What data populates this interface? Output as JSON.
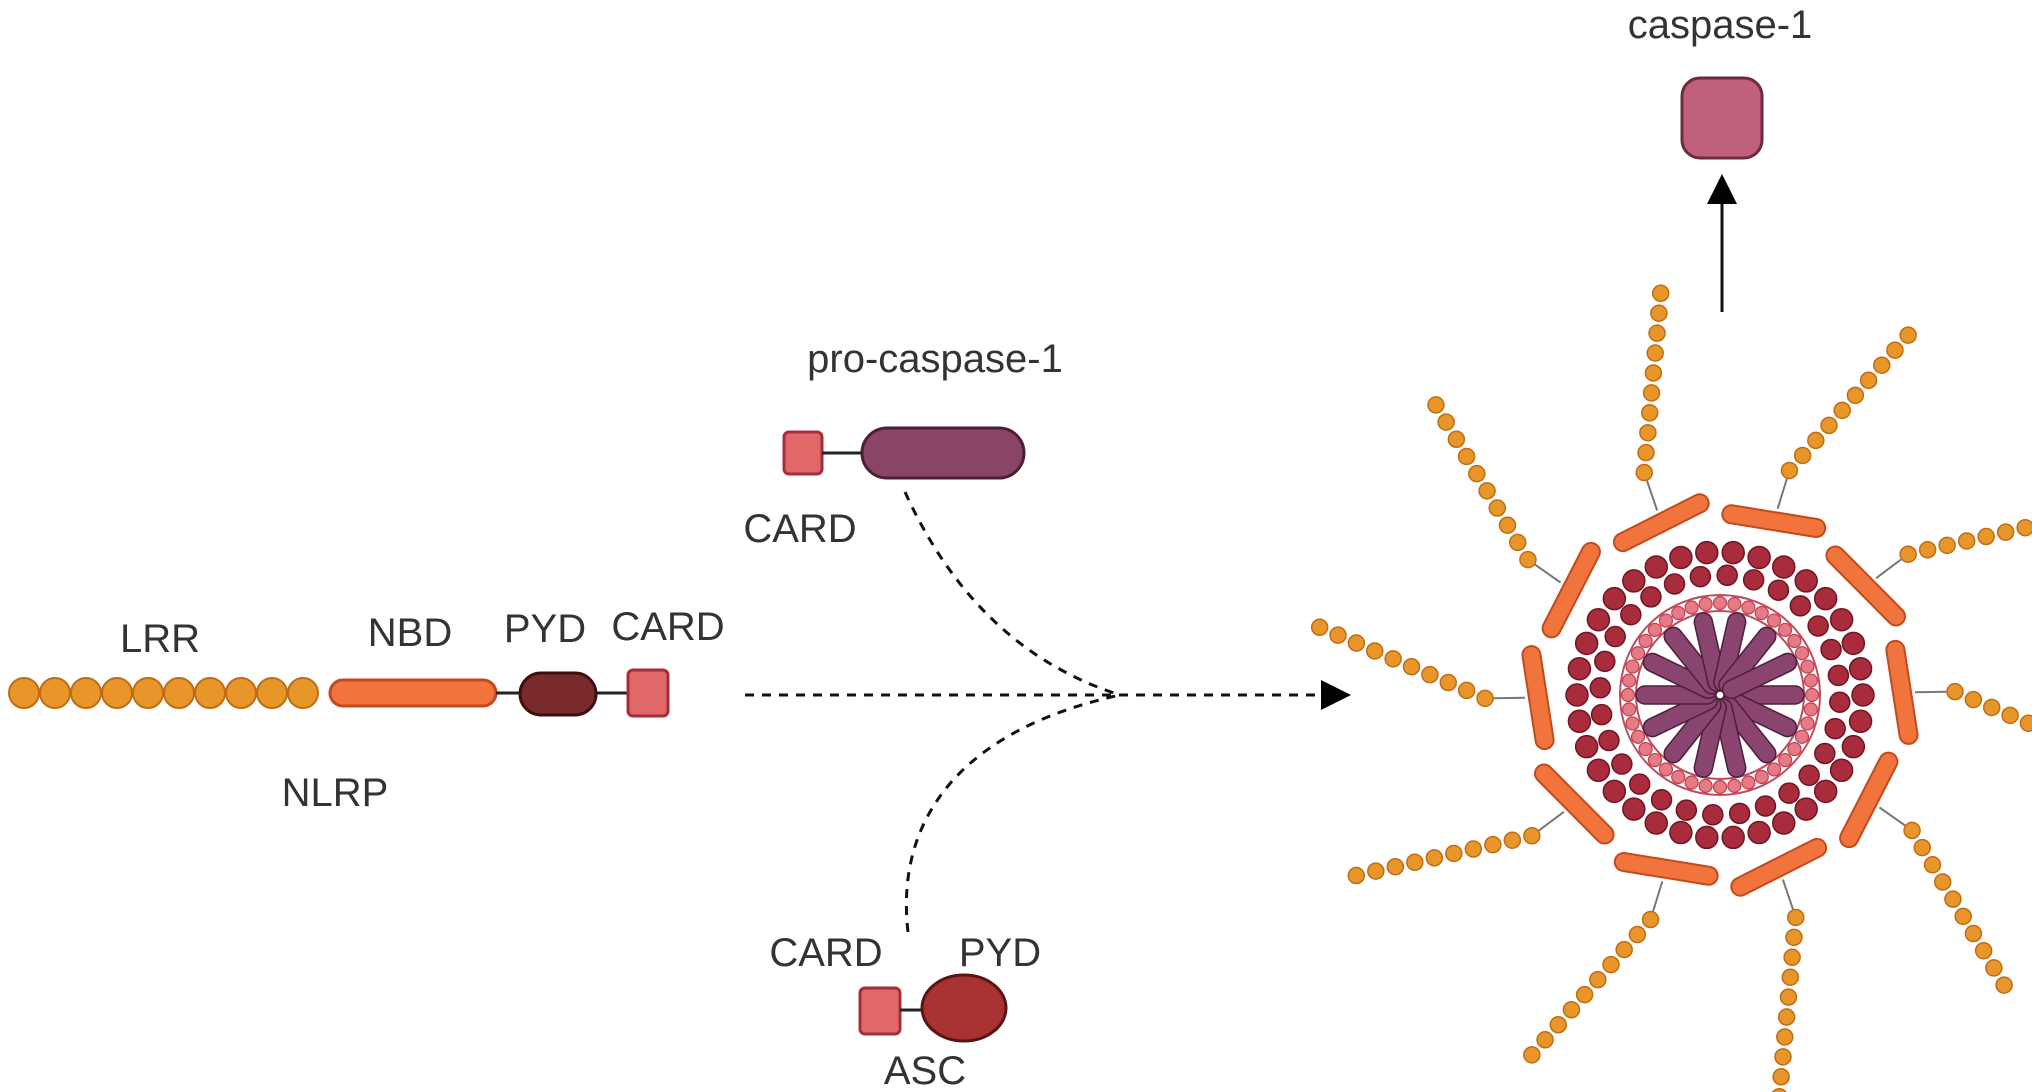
{
  "labels": {
    "caspase1": "caspase-1",
    "pro_caspase1": "pro-caspase-1",
    "pro_caspase1_card": "CARD",
    "lrr": "LRR",
    "nbd": "NBD",
    "nlrp_pyd": "PYD",
    "nlrp_card": "CARD",
    "nlrp": "NLRP",
    "asc_card": "CARD",
    "asc_pyd": "PYD",
    "asc": "ASC"
  },
  "colors": {
    "lrr": "#e8962a",
    "nbd": "#f0743c",
    "pyd_nlrp": "#7a2a2a",
    "card": "#e06868",
    "pro_caspase": "#8a4466",
    "caspase": "#c0607a",
    "asc_pyd": "#a83232",
    "ring_dark": "#a82c3c",
    "ring_light": "#e87a86",
    "spokes": "#8a4470"
  },
  "icons": {
    "arrow": "arrow-right-icon",
    "up_arrow": "arrow-up-icon"
  }
}
